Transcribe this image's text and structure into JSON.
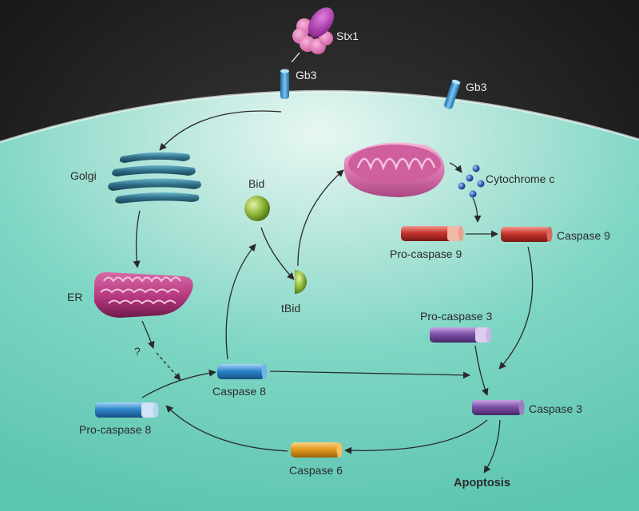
{
  "diagram": {
    "labels": {
      "stx1": "Stx1",
      "gb3_left": "Gb3",
      "gb3_right": "Gb3",
      "golgi": "Golgi",
      "er": "ER",
      "question": "?",
      "bid": "Bid",
      "tbid": "tBid",
      "cytochrome_c": "Cytochrome c",
      "pro_caspase_9": "Pro-caspase 9",
      "caspase_9": "Caspase 9",
      "pro_caspase_3": "Pro-caspase 3",
      "caspase_3": "Caspase 3",
      "caspase_8": "Caspase 8",
      "pro_caspase_8": "Pro-caspase 8",
      "caspase_6": "Caspase 6",
      "apoptosis": "Apoptosis"
    },
    "colors": {
      "exterior": "#1c1c1c",
      "cell": "#6fcfbd",
      "receptor": "#3f97d2",
      "caspase_9": "#c8352f",
      "caspase_3": "#7d4fa8",
      "caspase_8": "#2f86cc",
      "caspase_6": "#e49a1e",
      "mitochondrion": "#d66fa8",
      "er": "#b5377e",
      "golgi": "#2e6e86",
      "bid": "#8fb83a",
      "cytochrome_c": "#2f5fb3",
      "stx1": "#e372b6"
    }
  }
}
